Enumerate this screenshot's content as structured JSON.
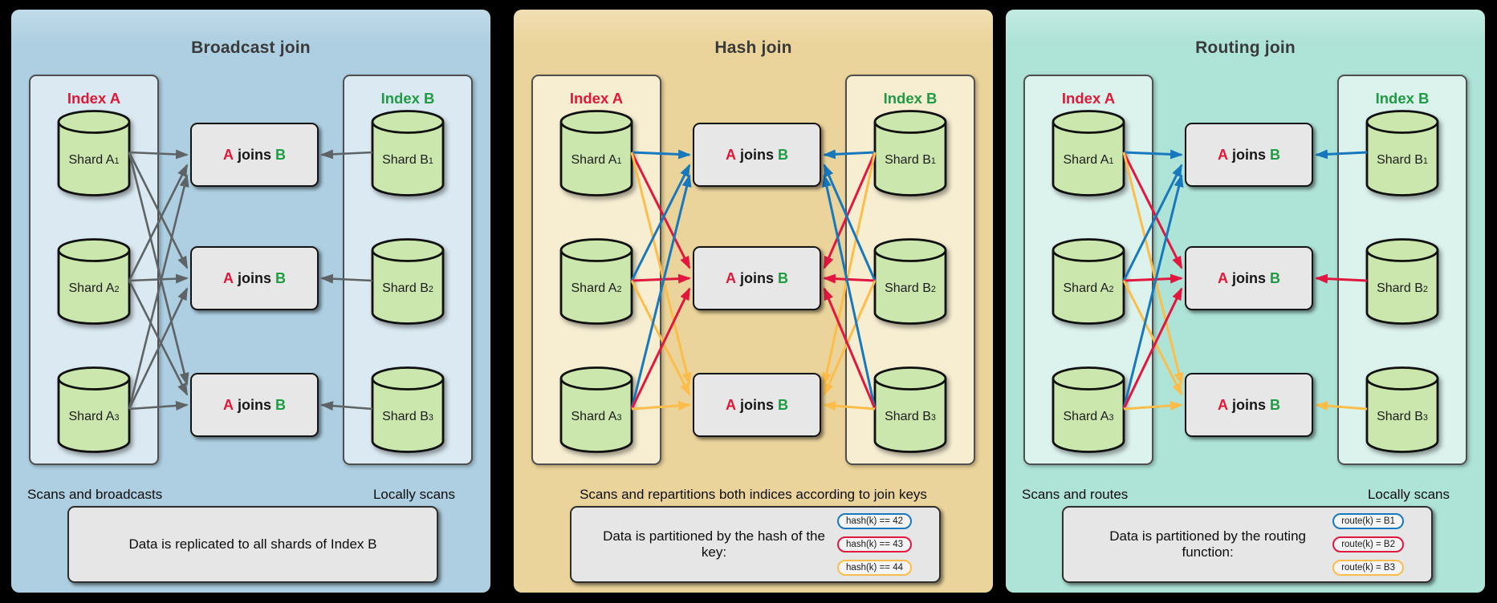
{
  "arrow_colors": {
    "join1": "#1878bd",
    "join2": "#e2173f",
    "join3": "#fcbd4a",
    "gray": "#5e6366"
  },
  "text_colors": {
    "index_a": "#e01837",
    "index_b": "#1f9b43",
    "title": "#3a3a3a"
  },
  "panels": [
    {
      "title": "Broadcast join",
      "colors": {
        "bg": "#adcfe1",
        "index_bg": "#dbeaf2"
      },
      "index_a": {
        "label": "Index A",
        "shards": [
          {
            "base": "Shard A",
            "sub": "1"
          },
          {
            "base": "Shard A",
            "sub": "2"
          },
          {
            "base": "Shard A",
            "sub": "3"
          }
        ]
      },
      "index_b": {
        "label": "Index B",
        "shards": [
          {
            "base": "Shard B",
            "sub": "1"
          },
          {
            "base": "Shard B",
            "sub": "2"
          },
          {
            "base": "Shard B",
            "sub": "3"
          }
        ]
      },
      "join_label": {
        "a": "A",
        "mid": "joins",
        "b": "B"
      },
      "arrows": {
        "a_side": "fan",
        "a_palette": "gray",
        "b_side": "straight",
        "b_palette": "gray"
      },
      "caption_left": "Scans and broadcasts",
      "caption_right": "Locally scans",
      "note": "Data is replicated to all shards of Index B",
      "badges": []
    },
    {
      "title": "Hash join",
      "colors": {
        "bg": "#ebd49b",
        "index_bg": "#f7eed2"
      },
      "index_a": {
        "label": "Index A",
        "shards": [
          {
            "base": "Shard A",
            "sub": "1"
          },
          {
            "base": "Shard A",
            "sub": "2"
          },
          {
            "base": "Shard A",
            "sub": "3"
          }
        ]
      },
      "index_b": {
        "label": "Index B",
        "shards": [
          {
            "base": "Shard B",
            "sub": "1"
          },
          {
            "base": "Shard B",
            "sub": "2"
          },
          {
            "base": "Shard B",
            "sub": "3"
          }
        ]
      },
      "join_label": {
        "a": "A",
        "mid": "joins",
        "b": "B"
      },
      "arrows": {
        "a_side": "fan",
        "a_palette": "colored",
        "b_side": "fan",
        "b_palette": "colored"
      },
      "caption_center": "Scans and repartitions both indices according to join keys",
      "note": "Data is partitioned by the hash of the key:",
      "badges": [
        {
          "label": "hash(k) == 42",
          "color_key": "join1"
        },
        {
          "label": "hash(k) == 43",
          "color_key": "join2"
        },
        {
          "label": "hash(k) == 44",
          "color_key": "join3"
        }
      ]
    },
    {
      "title": "Routing join",
      "colors": {
        "bg": "#aee3d8",
        "index_bg": "#dcf2ec"
      },
      "index_a": {
        "label": "Index A",
        "shards": [
          {
            "base": "Shard A",
            "sub": "1"
          },
          {
            "base": "Shard A",
            "sub": "2"
          },
          {
            "base": "Shard A",
            "sub": "3"
          }
        ]
      },
      "index_b": {
        "label": "Index B",
        "shards": [
          {
            "base": "Shard B",
            "sub": "1"
          },
          {
            "base": "Shard B",
            "sub": "2"
          },
          {
            "base": "Shard B",
            "sub": "3"
          }
        ]
      },
      "join_label": {
        "a": "A",
        "mid": "joins",
        "b": "B"
      },
      "arrows": {
        "a_side": "fan",
        "a_palette": "colored",
        "b_side": "straight",
        "b_palette": "colored"
      },
      "caption_left": "Scans and routes",
      "caption_right": "Locally scans",
      "note": "Data is partitioned by the routing function:",
      "badges": [
        {
          "label": "route(k) = B1",
          "color_key": "join1"
        },
        {
          "label": "route(k) = B2",
          "color_key": "join2"
        },
        {
          "label": "route(k) = B3",
          "color_key": "join3"
        }
      ]
    }
  ]
}
